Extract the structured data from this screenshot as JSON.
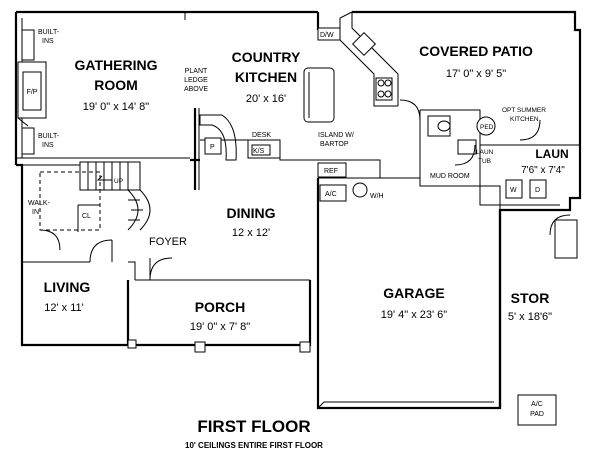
{
  "rooms": {
    "gathering_name_1": "GATHERING",
    "gathering_name_2": "ROOM",
    "gathering_dim": "19' 0\" x 14' 8\"",
    "kitchen_name_1": "COUNTRY",
    "kitchen_name_2": "KITCHEN",
    "kitchen_dim": "20' x 16'",
    "patio_name": "COVERED PATIO",
    "patio_dim": "17' 0\" x 9' 5\"",
    "dining_name": "DINING",
    "dining_dim": "12 x 12'",
    "living_name": "LIVING",
    "living_dim": "12' x 11'",
    "porch_name": "PORCH",
    "porch_dim": "19' 0\" x 7' 8\"",
    "garage_name": "GARAGE",
    "garage_dim": "19' 4\" x 23' 6\"",
    "stor_name": "STOR",
    "stor_dim": "5' x 18'6\"",
    "laun_name": "LAUN",
    "laun_dim": "7'6\" x 7'4\"",
    "foyer_name": "FOYER"
  },
  "labels": {
    "builtins_top_1": "BUILT-",
    "builtins_top_2": "INS",
    "builtins_bot_1": "BUILT-",
    "builtins_bot_2": "INS",
    "fp": "F/P",
    "plant_ledge_1": "PLANT",
    "plant_ledge_2": "LEDGE",
    "plant_ledge_3": "ABOVE",
    "desk": "DESK",
    "ks": "K/S",
    "p": "P",
    "dw": "D/W",
    "island_1": "ISLAND W/",
    "island_2": "BARTOP",
    "ref": "REF",
    "ac": "A/C",
    "wh": "W/H",
    "mud_room": "MUD ROOM",
    "laun_tub_1": "LAUN",
    "laun_tub_2": "TUB",
    "ped": "PED",
    "opt_summer_1": "OPT SUMMER",
    "opt_summer_2": "KITCHEN",
    "w": "W",
    "d": "D",
    "up": "UP",
    "walk_in_1": "WALK-",
    "walk_in_2": "IN",
    "cl": "CL",
    "ac_pad_1": "A/C",
    "ac_pad_2": "PAD"
  },
  "footer": {
    "title": "FIRST FLOOR",
    "subtitle": "10' CEILINGS ENTIRE FIRST FLOOR"
  }
}
